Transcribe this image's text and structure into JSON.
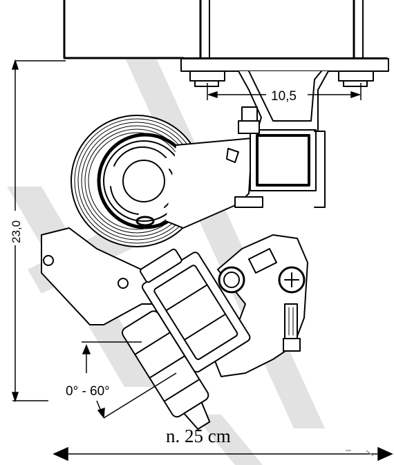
{
  "dimensions": {
    "height_label": "23,0",
    "bolt_spacing_label": "10,5",
    "angle_label": "0° - 60°",
    "width_label": "n. 25 cm"
  },
  "colors": {
    "line": "#000000",
    "watermark": "#dcdcdc",
    "background": "#ffffff"
  }
}
